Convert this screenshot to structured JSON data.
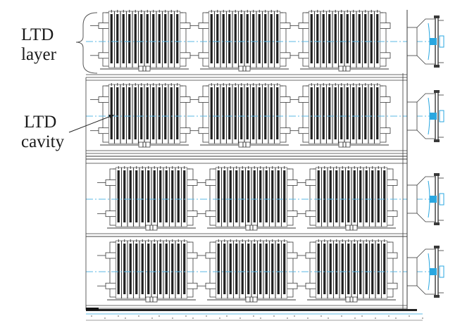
{
  "labels": {
    "layer_line1": "LTD",
    "layer_line2": "layer",
    "cavity_line1": "LTD",
    "cavity_line2": "cavity"
  },
  "diagram": {
    "layers": 4,
    "cavities_per_layer": 3,
    "colors": {
      "line": "#3a3a3a",
      "dark_bar": "#1e1e1e",
      "axis": "#5bb8e6",
      "switch": "#2aa7e0"
    }
  }
}
